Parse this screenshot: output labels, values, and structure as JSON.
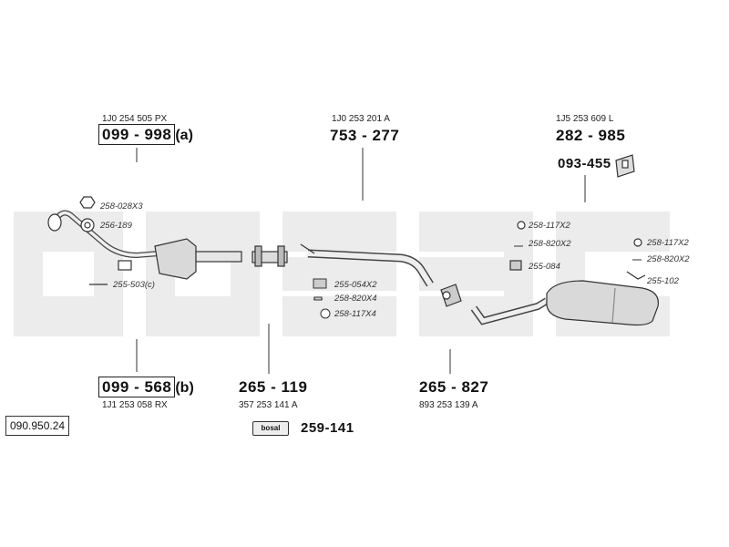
{
  "watermark": "bosal",
  "reference_number": "090.950.24",
  "kit_part_number": "259-141",
  "assemblies": [
    {
      "oem": "1J0 254 505 PX",
      "part": "099 - 998",
      "suffix": "(a)"
    },
    {
      "oem": "1J0 253 201 A",
      "part": "753 - 277"
    },
    {
      "oem": "1J5 253 609 L",
      "part": "282 - 985"
    },
    {
      "part": "093-455"
    },
    {
      "oem": "1J1 253 058 RX",
      "part": "099 - 568",
      "suffix": "(b)"
    },
    {
      "oem": "357 253 141 A",
      "part": "265 - 119"
    },
    {
      "oem": "893 253 139 A",
      "part": "265 - 827"
    }
  ],
  "fittings": [
    "258-028X3",
    "256-189",
    "255-503(c)",
    "255-054X2",
    "258-820X4",
    "258-117X4",
    "258-117X2",
    "258-820X2",
    "255-084",
    "258-117X2",
    "258-820X2",
    "255-102"
  ],
  "colors": {
    "line": "#333333",
    "watermark": "#ececec",
    "part_fill": "#d9d9d9"
  }
}
